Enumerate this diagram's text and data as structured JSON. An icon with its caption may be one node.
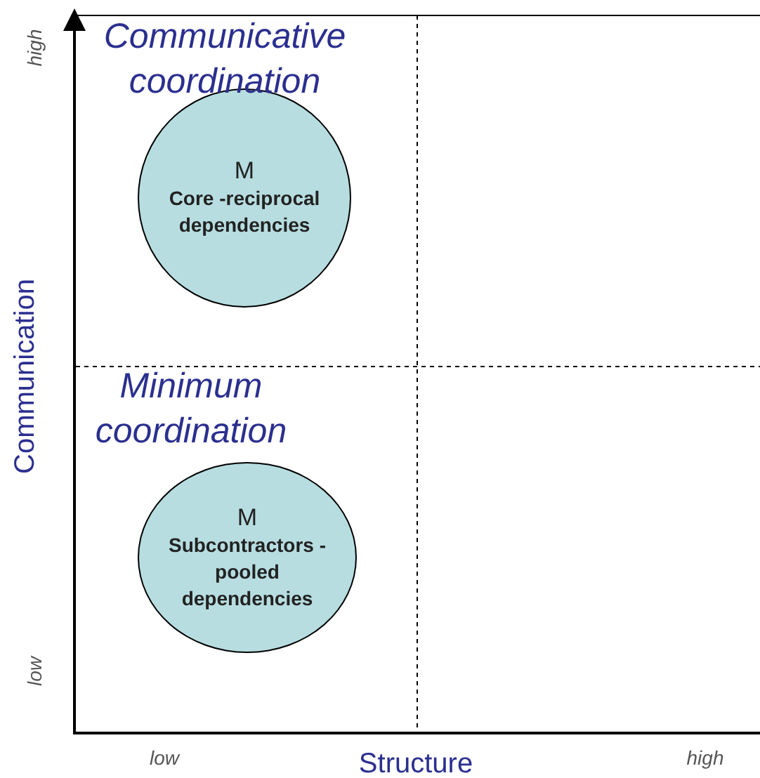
{
  "diagram": {
    "nodes": [
      {
        "text": [
          "M",
          "Core -reciprocal dependencies"
        ]
      },
      {
        "text": [
          "M",
          "Subcontractors -pooled dependencies"
        ]
      }
    ],
    "edges": [],
    "labels": [
      "high",
      "Communicative coordination",
      "Communication",
      "Minimum coordination",
      "low",
      "low",
      "Structure",
      "high"
    ]
  }
}
